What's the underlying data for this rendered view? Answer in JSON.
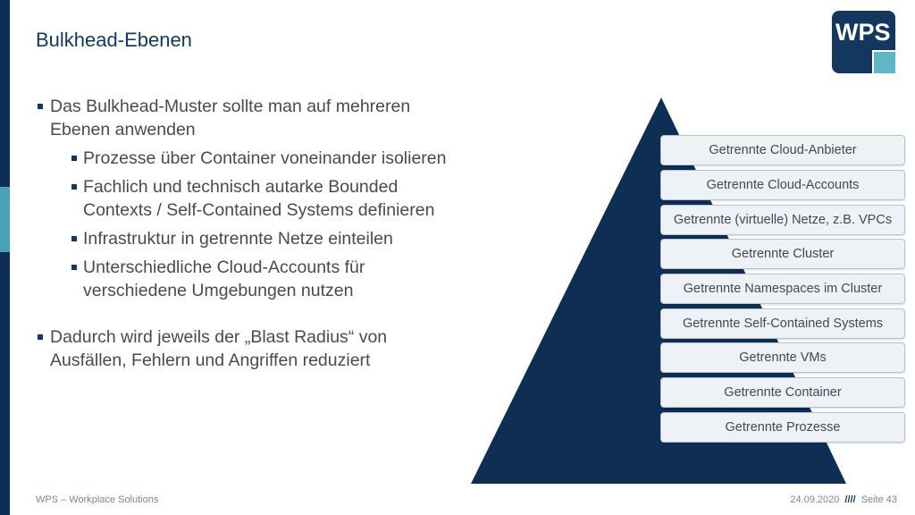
{
  "slide": {
    "title": "Bulkhead-Ebenen",
    "logo_text": "WPS",
    "bullets": [
      {
        "level": 1,
        "text": "Das Bulkhead-Muster sollte man auf mehreren Ebenen anwenden"
      },
      {
        "level": 2,
        "text": "Prozesse über Container voneinander isolieren"
      },
      {
        "level": 2,
        "text": "Fachlich und technisch autarke Bounded Contexts / Self-Contained Systems definieren"
      },
      {
        "level": 2,
        "text": "Infrastruktur in getrennte Netze einteilen"
      },
      {
        "level": 2,
        "text": "Unterschiedliche Cloud-Accounts für verschiedene Umgebungen nutzen"
      },
      {
        "level": 1,
        "text": "Dadurch wird jeweils der „Blast Radius“ von Ausfällen, Fehlern und Angriffen reduziert"
      }
    ],
    "pyramid_levels": [
      "Getrennte Cloud-Anbieter",
      "Getrennte Cloud-Accounts",
      "Getrennte (virtuelle) Netze, z.B. VPCs",
      "Getrennte Cluster",
      "Getrennte Namespaces im Cluster",
      "Getrennte Self-Contained Systems",
      "Getrennte VMs",
      "Getrennte Container",
      "Getrennte Prozesse"
    ],
    "colors": {
      "navy": "#14375f",
      "teal": "#4aa3b5"
    }
  },
  "footer": {
    "company": "WPS – Workplace Solutions",
    "date": "24.09.2020",
    "separator": "////",
    "page": "Seite 43"
  }
}
